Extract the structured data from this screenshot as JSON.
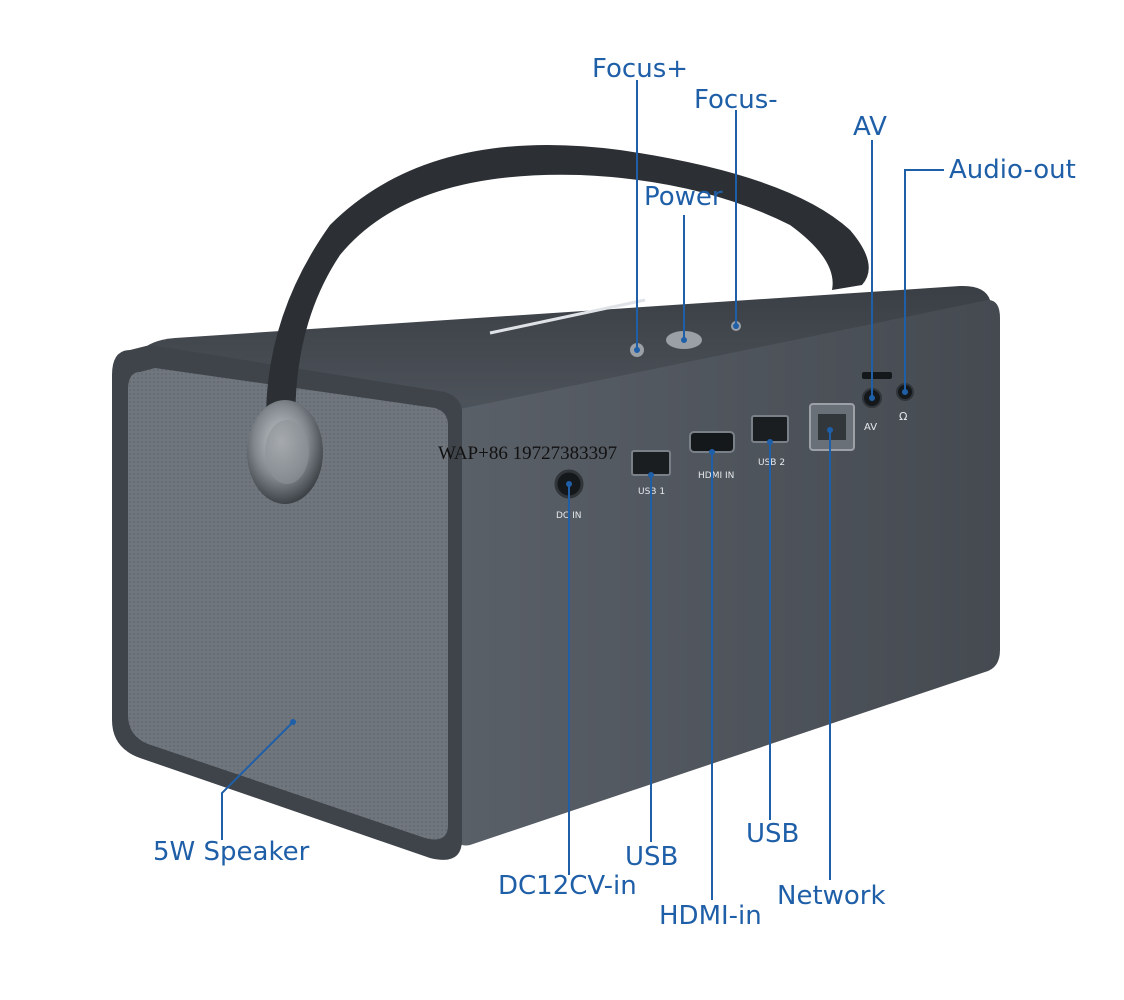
{
  "callouts": {
    "focus_plus": "Focus+",
    "focus_minus": "Focus-",
    "power": "Power",
    "av": "AV",
    "audio_out": "Audio-out",
    "speaker": "5W Speaker",
    "dc_in": "DC12CV-in",
    "usb_left": "USB",
    "hdmi_in": "HDMI-in",
    "usb_right": "USB",
    "network": "Network"
  },
  "port_labels": {
    "dc_in": "DC IN",
    "usb1": "USB 1",
    "hdmi": "HDMI IN",
    "usb2": "USB 2",
    "av": "AV",
    "headphone": "Ω"
  },
  "watermark": "WAP+86 19727383397",
  "colors": {
    "callout": "#1f5fa8",
    "body": "#4a5058",
    "speaker_grille": "#6b7178",
    "handle": "#2c3034"
  }
}
